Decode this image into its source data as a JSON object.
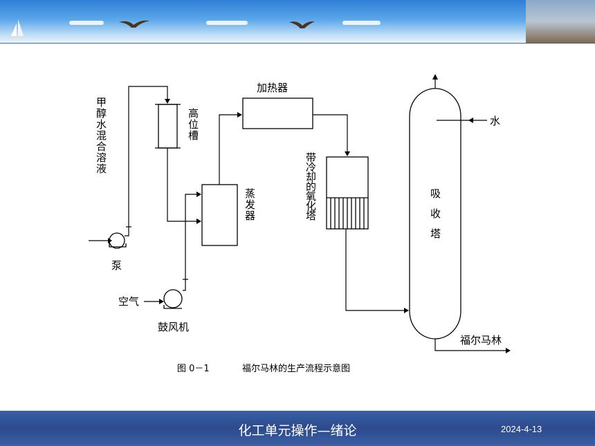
{
  "diagram": {
    "feed_label": "甲醇水混合溶液",
    "head_tank_label": "高位槽",
    "heater_label": "加热器",
    "evaporator_label": "蒸发器",
    "oxidizer_label": "带冷却的氧化塔",
    "absorber_label": "吸收塔",
    "water_label": "水",
    "product_label": "福尔马林",
    "pump_label": "泵",
    "air_label": "空气",
    "blower_label": "鼓风机",
    "caption_number": "图 0－1",
    "caption_title": "福尔马林的生产流程示意图"
  },
  "footer": {
    "title": "化工单元操作—绪论",
    "date": "2024-4-13"
  }
}
